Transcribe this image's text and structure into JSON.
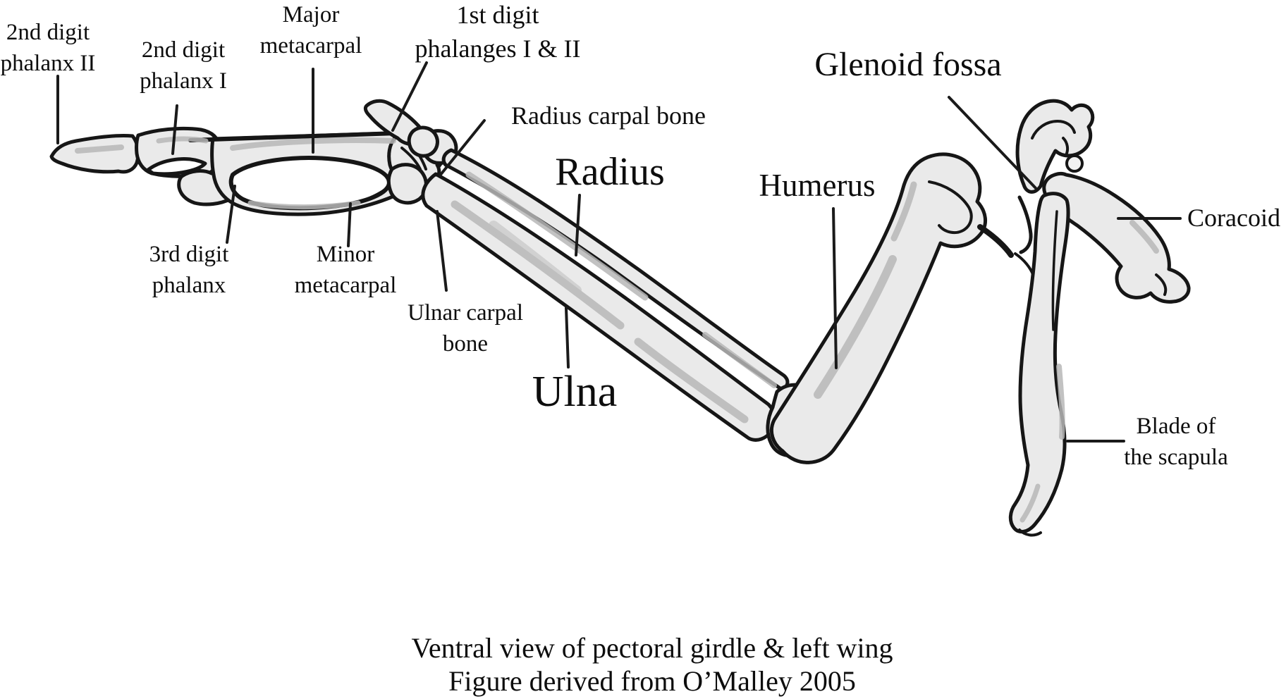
{
  "figure_title": "Ventral view of pectoral girdle & left wing",
  "colors": {
    "background": "#ffffff",
    "ink": "#161616",
    "bone_fill": "#eaeaea",
    "bone_fill_light": "#f2f2f2",
    "bone_shade": "#b7b7b7",
    "hole_fill": "#ffffff"
  },
  "labels": {
    "digit2_phalanx2": {
      "line1": "2nd digit",
      "line2": "phalanx II"
    },
    "digit2_phalanx1": {
      "line1": "2nd digit",
      "line2": "phalanx I"
    },
    "major_metacarpal": {
      "line1": "Major",
      "line2": "metacarpal"
    },
    "digit1_phalanges": {
      "line1": "1st digit",
      "line2": "phalanges I & II"
    },
    "radius_carpal": {
      "text": "Radius carpal bone"
    },
    "radius": {
      "text": "Radius"
    },
    "ulna": {
      "text": "Ulna"
    },
    "humerus": {
      "text": "Humerus"
    },
    "glenoid_fossa": {
      "text": "Glenoid fossa"
    },
    "coracoid": {
      "text": "Coracoid"
    },
    "blade_scapula": {
      "line1": "Blade of",
      "line2": "the scapula"
    },
    "digit3_phalanx": {
      "line1": "3rd digit",
      "line2": "phalanx"
    },
    "minor_metacarpal": {
      "line1": "Minor",
      "line2": "metacarpal"
    },
    "ulnar_carpal": {
      "line1": "Ulnar carpal",
      "line2": "bone"
    }
  },
  "caption": {
    "line1": "Ventral view of pectoral girdle & left wing",
    "line2": "Figure derived from O’Malley 2005"
  }
}
